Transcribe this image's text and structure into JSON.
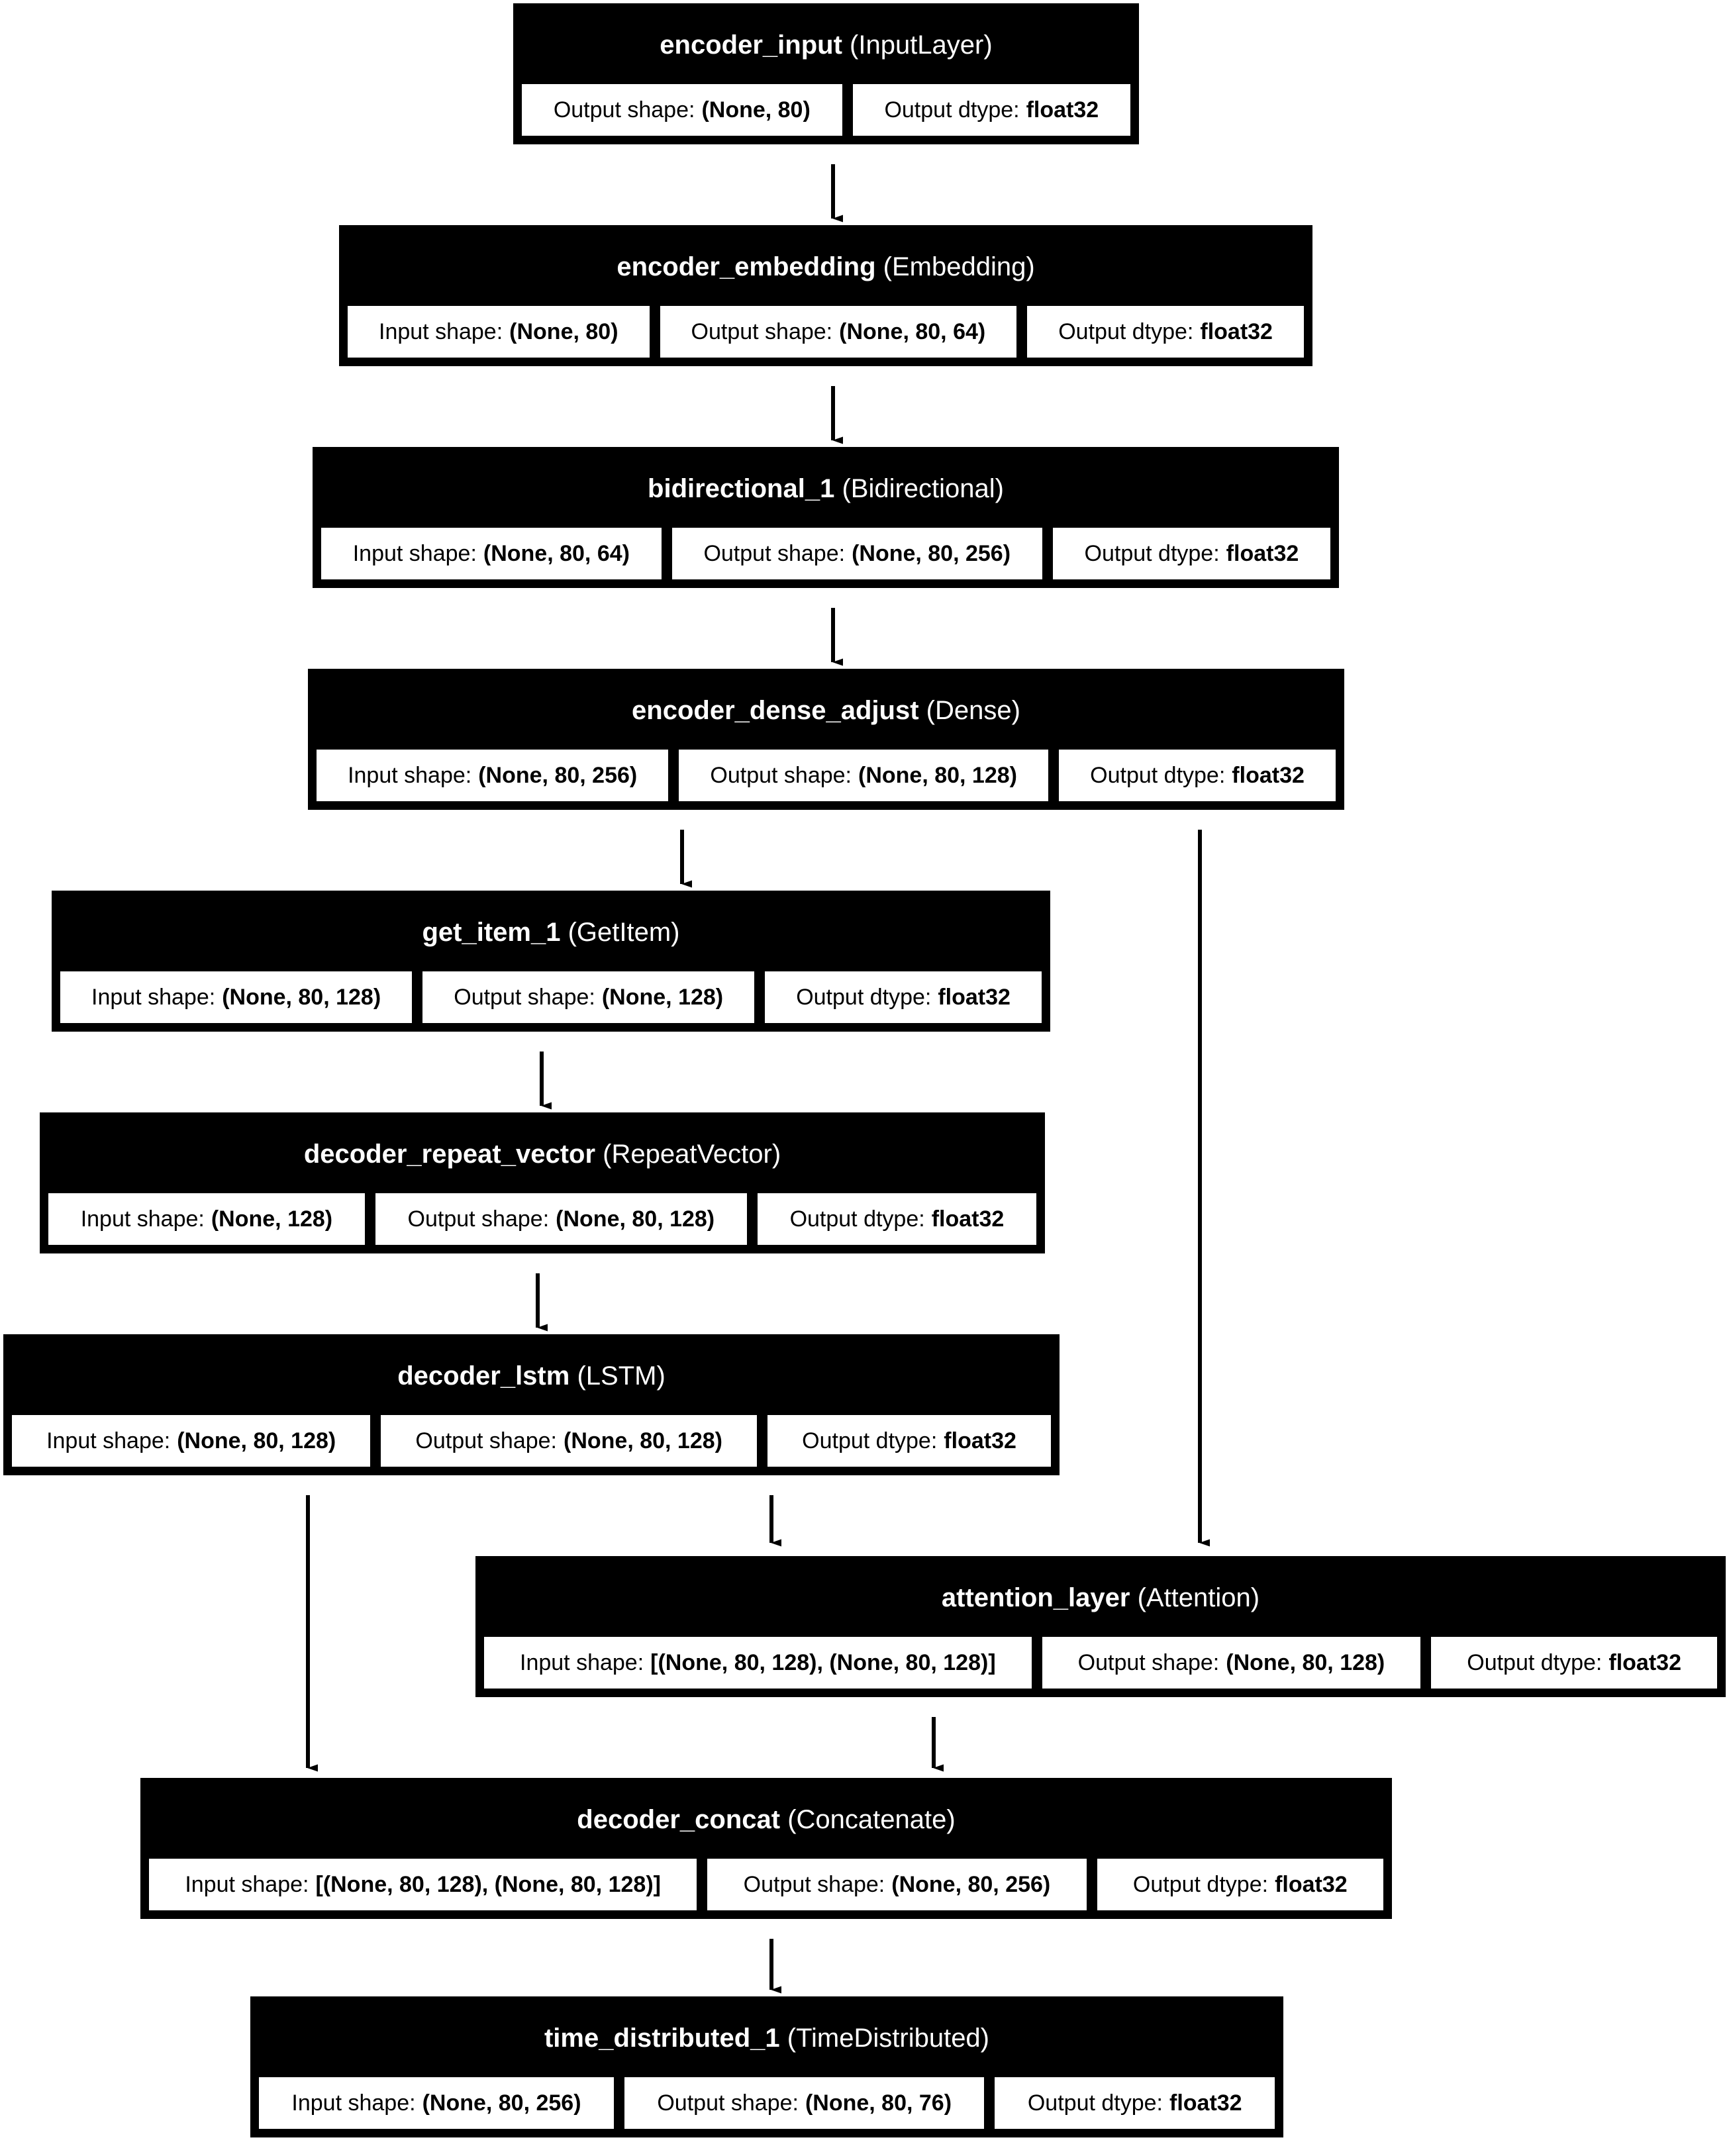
{
  "diagram": {
    "type": "keras-model-plot",
    "orientation": "top-to-bottom",
    "background_color": "#ffffff",
    "node_header_color": "#000000",
    "node_header_text_color": "#ffffff",
    "node_field_bg_color": "#ffffff",
    "node_field_text_color": "#000000",
    "edge_color": "#000000",
    "field_labels": {
      "input_shape": "Input shape:",
      "output_shape": "Output shape:",
      "output_dtype": "Output dtype:"
    },
    "nodes": [
      {
        "id": "encoder_input",
        "name": "encoder_input",
        "type": "(InputLayer)",
        "fields": [
          {
            "label": "Output shape:",
            "value": "(None, 80)"
          },
          {
            "label": "Output dtype:",
            "value": "float32"
          }
        ]
      },
      {
        "id": "encoder_embedding",
        "name": "encoder_embedding",
        "type": "(Embedding)",
        "fields": [
          {
            "label": "Input shape:",
            "value": "(None, 80)"
          },
          {
            "label": "Output shape:",
            "value": "(None, 80, 64)"
          },
          {
            "label": "Output dtype:",
            "value": "float32"
          }
        ]
      },
      {
        "id": "bidirectional_1",
        "name": "bidirectional_1",
        "type": "(Bidirectional)",
        "fields": [
          {
            "label": "Input shape:",
            "value": "(None, 80, 64)"
          },
          {
            "label": "Output shape:",
            "value": "(None, 80, 256)"
          },
          {
            "label": "Output dtype:",
            "value": "float32"
          }
        ]
      },
      {
        "id": "encoder_dense_adjust",
        "name": "encoder_dense_adjust",
        "type": "(Dense)",
        "fields": [
          {
            "label": "Input shape:",
            "value": "(None, 80, 256)"
          },
          {
            "label": "Output shape:",
            "value": "(None, 80, 128)"
          },
          {
            "label": "Output dtype:",
            "value": "float32"
          }
        ]
      },
      {
        "id": "get_item_1",
        "name": "get_item_1",
        "type": "(GetItem)",
        "fields": [
          {
            "label": "Input shape:",
            "value": "(None, 80, 128)"
          },
          {
            "label": "Output shape:",
            "value": "(None, 128)"
          },
          {
            "label": "Output dtype:",
            "value": "float32"
          }
        ]
      },
      {
        "id": "decoder_repeat_vector",
        "name": "decoder_repeat_vector",
        "type": "(RepeatVector)",
        "fields": [
          {
            "label": "Input shape:",
            "value": "(None, 128)"
          },
          {
            "label": "Output shape:",
            "value": "(None, 80, 128)"
          },
          {
            "label": "Output dtype:",
            "value": "float32"
          }
        ]
      },
      {
        "id": "decoder_lstm",
        "name": "decoder_lstm",
        "type": "(LSTM)",
        "fields": [
          {
            "label": "Input shape:",
            "value": "(None, 80, 128)"
          },
          {
            "label": "Output shape:",
            "value": "(None, 80, 128)"
          },
          {
            "label": "Output dtype:",
            "value": "float32"
          }
        ]
      },
      {
        "id": "attention_layer",
        "name": "attention_layer",
        "type": "(Attention)",
        "fields": [
          {
            "label": "Input shape:",
            "value": "[(None, 80, 128), (None, 80, 128)]"
          },
          {
            "label": "Output shape:",
            "value": "(None, 80, 128)"
          },
          {
            "label": "Output dtype:",
            "value": "float32"
          }
        ]
      },
      {
        "id": "decoder_concat",
        "name": "decoder_concat",
        "type": "(Concatenate)",
        "fields": [
          {
            "label": "Input shape:",
            "value": "[(None, 80, 128), (None, 80, 128)]"
          },
          {
            "label": "Output shape:",
            "value": "(None, 80, 256)"
          },
          {
            "label": "Output dtype:",
            "value": "float32"
          }
        ]
      },
      {
        "id": "time_distributed_1",
        "name": "time_distributed_1",
        "type": "(TimeDistributed)",
        "fields": [
          {
            "label": "Input shape:",
            "value": "(None, 80, 256)"
          },
          {
            "label": "Output shape:",
            "value": "(None, 80, 76)"
          },
          {
            "label": "Output dtype:",
            "value": "float32"
          }
        ]
      }
    ],
    "edges": [
      {
        "from": "encoder_input",
        "to": "encoder_embedding"
      },
      {
        "from": "encoder_embedding",
        "to": "bidirectional_1"
      },
      {
        "from": "bidirectional_1",
        "to": "encoder_dense_adjust"
      },
      {
        "from": "encoder_dense_adjust",
        "to": "get_item_1"
      },
      {
        "from": "encoder_dense_adjust",
        "to": "attention_layer"
      },
      {
        "from": "get_item_1",
        "to": "decoder_repeat_vector"
      },
      {
        "from": "decoder_repeat_vector",
        "to": "decoder_lstm"
      },
      {
        "from": "decoder_lstm",
        "to": "attention_layer"
      },
      {
        "from": "decoder_lstm",
        "to": "decoder_concat"
      },
      {
        "from": "attention_layer",
        "to": "decoder_concat"
      },
      {
        "from": "decoder_concat",
        "to": "time_distributed_1"
      }
    ]
  }
}
